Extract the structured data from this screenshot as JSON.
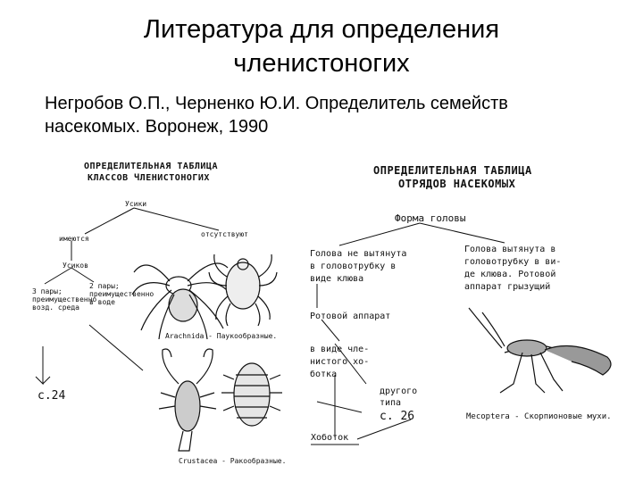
{
  "slide": {
    "title_line1": "Литература для определения",
    "title_line2": "членистоногих",
    "reference_line1": "Негробов О.П., Черненко Ю.И. Определитель семейств",
    "reference_line2": "насекомых. Воронеж, 1990"
  },
  "left_table": {
    "heading_line1": "ОПРЕДЕЛИТЕЛЬНАЯ ТАБЛИЦА",
    "heading_line2": "КЛАССОВ ЧЛЕНИСТОНОГИХ",
    "node_top": "Усики",
    "node_left": "имеются",
    "node_right": "отсутствуют",
    "node_mid": "Усиков",
    "leaf_a": "3 пары; преимущественно возд. среда",
    "leaf_b": "2 пары; преимущественно в воде",
    "page_ref": "с.24",
    "caption_arachnida": "Arachnida - Паукообразные.",
    "caption_crustacea": "Crustacea - Ракообразные."
  },
  "right_table": {
    "heading_line1": "ОПРЕДЕЛИТЕЛЬНАЯ ТАБЛИЦА",
    "heading_line2": "ОТРЯДОВ НАСЕКОМЫХ",
    "node_root": "Форма головы",
    "branch_left_1": "Голова не вытянута",
    "branch_left_2": "в головотрубку в",
    "branch_left_3": "виде клюва",
    "branch_right_1": "Голова вытянута в",
    "branch_right_2": "головотрубку в ви-",
    "branch_right_3": "де клюва. Ротовой",
    "branch_right_4": "аппарат грызущий",
    "node_mouth": "Ротовой аппарат",
    "node_type_1": "в виде чле-",
    "node_type_2": "нистого хо-",
    "node_type_3": "ботка",
    "node_other_1": "другого",
    "node_other_2": "типа",
    "page_ref": "с. 26",
    "node_bottom": "Хоботок",
    "caption_mecoptera": "Mecoptera - Скорпионовые мухи."
  }
}
